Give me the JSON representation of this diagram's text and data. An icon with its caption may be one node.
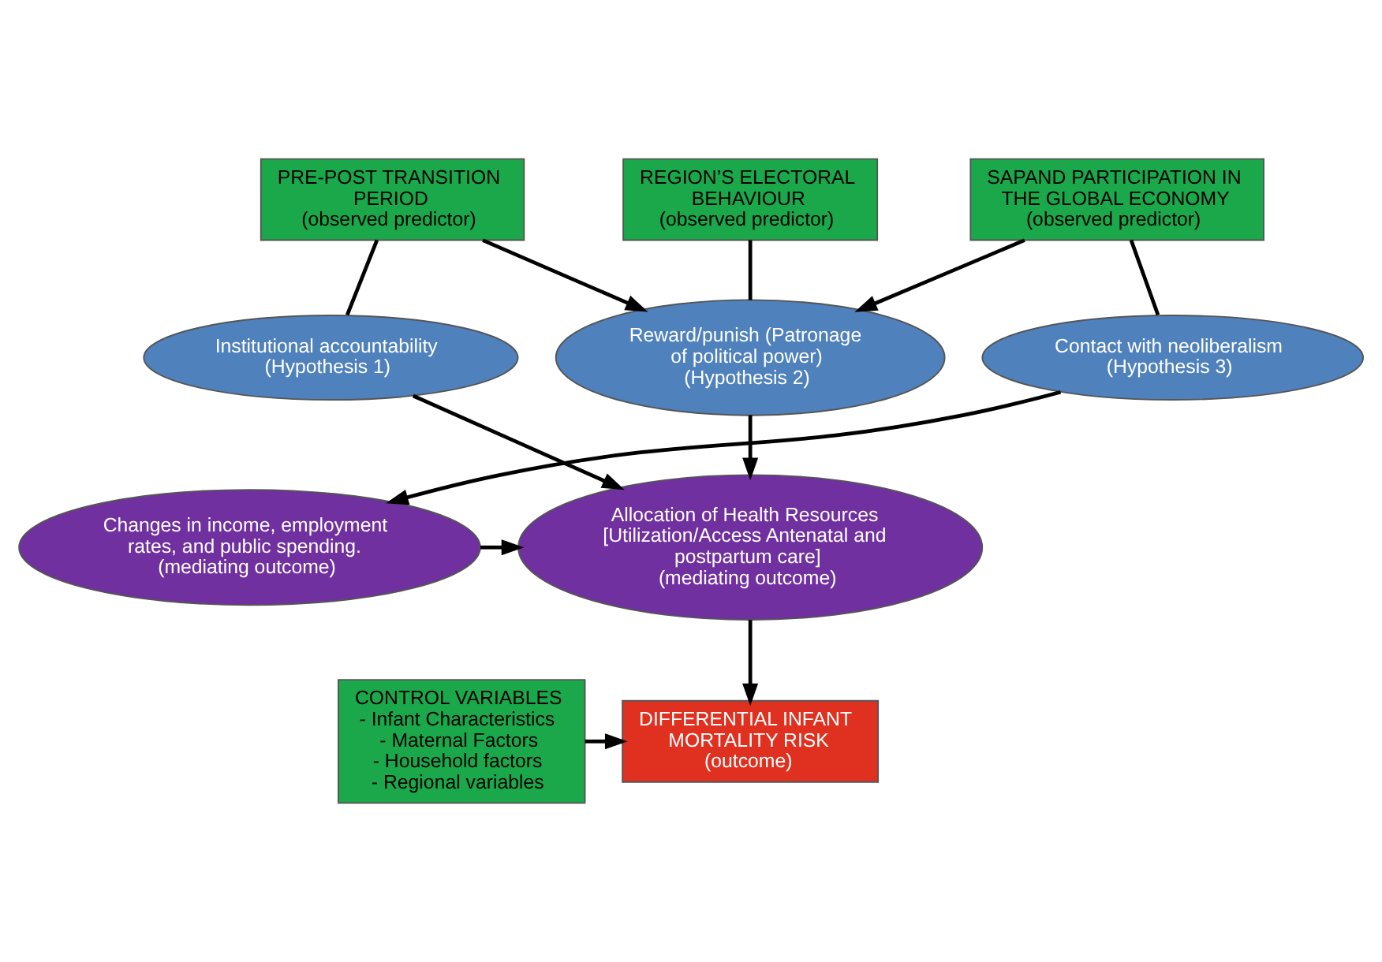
{
  "diagram": {
    "nodes": [
      {
        "text": [
          "PRE-POST TRANSITION PERIOD",
          "(observed predictor)"
        ]
      },
      {
        "text": [
          "REGION’S ELECTORAL BEHAVIOUR",
          "(observed predictor)"
        ]
      },
      {
        "text": [
          "SAPAND PARTICIPATION IN THE GLOBAL ECONOMY",
          "(observed predictor)"
        ]
      },
      {
        "text": [
          "Institutional accountability (Hypothesis 1)"
        ]
      },
      {
        "text": [
          "Reward/punish (Patronage of political power) (Hypothesis 2)"
        ]
      },
      {
        "text": [
          "Contact with neoliberalism (Hypothesis 3)"
        ]
      },
      {
        "text": [
          "Allocation of Health Resources [Utilization/Access Antenatal and postpartum care]",
          "(mediating outcome)"
        ]
      },
      {
        "text": [
          "Changes in income, employment rates, and public spending.",
          "(mediating outcome)"
        ]
      },
      {
        "text": [
          "DIFFERENTIAL INFANT MORTALITY RISK",
          "(outcome)"
        ]
      },
      {
        "text": [
          "CONTROL VARIABLES",
          "- Infant Characteristics",
          "- Maternal Factors",
          "- Household factors",
          "- Regional variables"
        ]
      }
    ],
    "edges": [
      {
        "from": 0,
        "to": 3,
        "arrow": "none"
      },
      {
        "from": 0,
        "to": 4,
        "arrow": "to"
      },
      {
        "from": 1,
        "to": 4,
        "arrow": "none"
      },
      {
        "from": 2,
        "to": 4,
        "arrow": "to"
      },
      {
        "from": 2,
        "to": 5,
        "arrow": "none"
      },
      {
        "from": 3,
        "to": 6,
        "arrow": "to"
      },
      {
        "from": 4,
        "to": 6,
        "arrow": "to"
      },
      {
        "from": 5,
        "to": 7,
        "arrow": "to"
      },
      {
        "from": 7,
        "to": 6,
        "arrow": "to"
      },
      {
        "from": 6,
        "to": 8,
        "arrow": "to"
      },
      {
        "from": 9,
        "to": 8,
        "arrow": "to"
      }
    ]
  }
}
